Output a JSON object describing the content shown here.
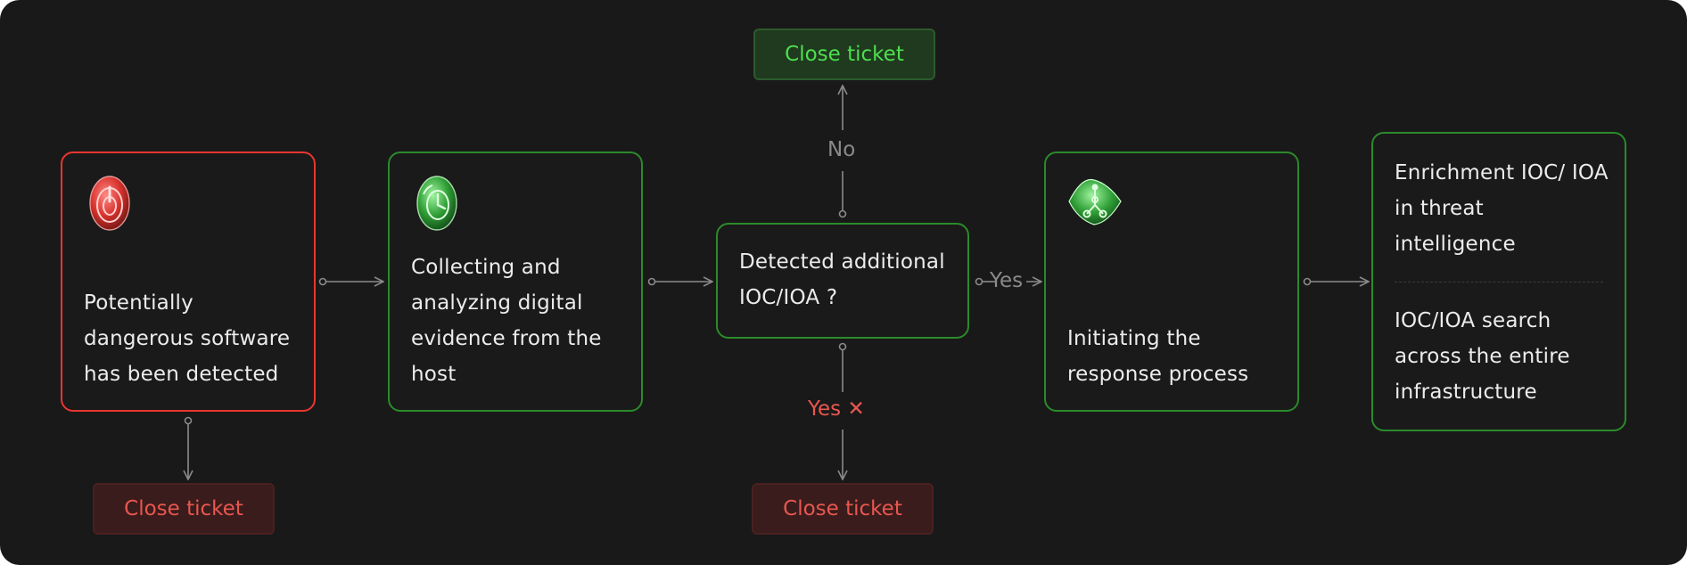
{
  "nodes": {
    "detected": {
      "text": "Potentially dangerous software has been detected"
    },
    "collecting": {
      "text": "Collecting and analyzing digital evidence from the host"
    },
    "decision": {
      "text": "Detected additional IOC/IOA ?"
    },
    "response": {
      "text": "Initiating the response process"
    },
    "enrichment": {
      "top_text": "Enrichment IOC/ IOA in threat intelligence",
      "bottom_text": "IOC/IOA search across the entire infrastructure"
    }
  },
  "outcomes": {
    "close_ticket_left": "Close ticket",
    "close_ticket_top": "Close ticket",
    "close_ticket_bottom": "Close ticket"
  },
  "edge_labels": {
    "no": "No",
    "yes_right": "Yes",
    "yes_bottom": "Yes ✕"
  },
  "colors": {
    "background": "#191919",
    "red_accent": "#e8362f",
    "green_accent": "#2b8a2b",
    "connector": "#8a8a8a"
  },
  "icons": {
    "detected": "red-power-target-icon",
    "collecting": "green-clock-analysis-icon",
    "response": "green-network-leaf-icon"
  }
}
